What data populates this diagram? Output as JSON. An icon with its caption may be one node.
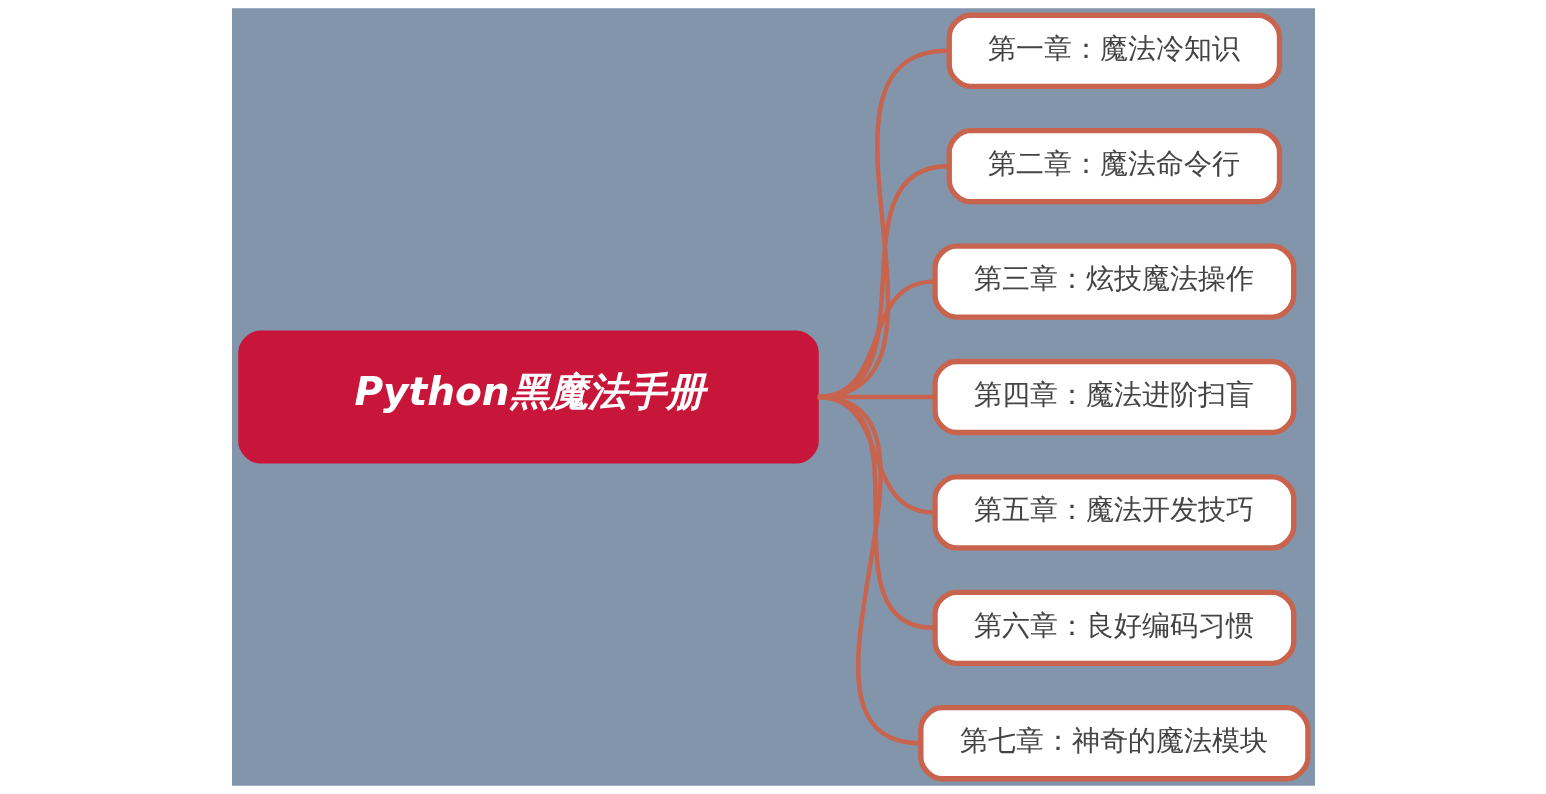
{
  "diagram": {
    "nodes": [
      {
        "text": [
          "Python黑魔法手册"
        ]
      },
      {
        "text": [
          "第一章：魔法冷知识"
        ]
      },
      {
        "text": [
          "第二章：魔法命令行"
        ]
      },
      {
        "text": [
          "第三章：炫技魔法操作"
        ]
      },
      {
        "text": [
          "第四章：魔法进阶扫盲"
        ]
      },
      {
        "text": [
          "第五章：魔法开发技巧"
        ]
      },
      {
        "text": [
          "第六章：良好编码习惯"
        ]
      },
      {
        "text": [
          "第七章：神奇的魔法模块"
        ]
      }
    ],
    "edges": [
      {
        "from": 0,
        "to": 1,
        "arrow": "none"
      },
      {
        "from": 0,
        "to": 2,
        "arrow": "none"
      },
      {
        "from": 0,
        "to": 3,
        "arrow": "none"
      },
      {
        "from": 0,
        "to": 4,
        "arrow": "none"
      },
      {
        "from": 0,
        "to": 5,
        "arrow": "none"
      },
      {
        "from": 0,
        "to": 6,
        "arrow": "none"
      },
      {
        "from": 0,
        "to": 7,
        "arrow": "none"
      }
    ]
  }
}
